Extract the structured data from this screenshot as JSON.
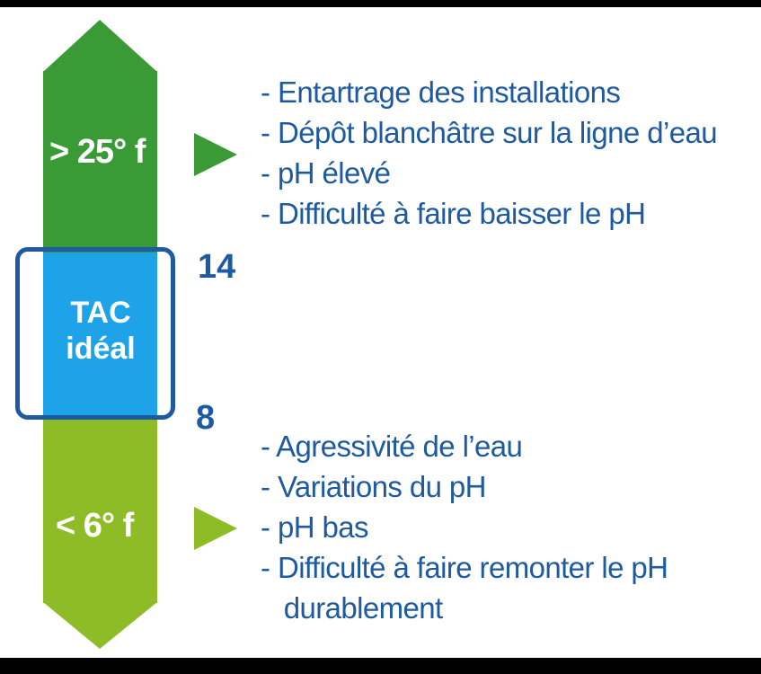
{
  "colors": {
    "high_zone": "#3a9a35",
    "ideal_zone": "#1ea3e8",
    "low_zone": "#8dbc26",
    "frame": "#1e5aa0",
    "text_blue": "#1e5aa0"
  },
  "scale": {
    "high_label": "> 25° f",
    "low_label": "< 6° f",
    "ideal_line1": "TAC",
    "ideal_line2": "idéal",
    "bound_max": "14",
    "bound_min": "8"
  },
  "high_effects": [
    "- Entartrage des installations",
    "- Dépôt blanchâtre sur la ligne d’eau",
    "- pH élevé",
    "- Difficulté à faire baisser le pH"
  ],
  "low_effects": [
    "- Agressivité de l’eau",
    "- Variations du pH",
    "- pH bas",
    "- Difficulté à faire remonter le pH",
    "   durablement"
  ]
}
